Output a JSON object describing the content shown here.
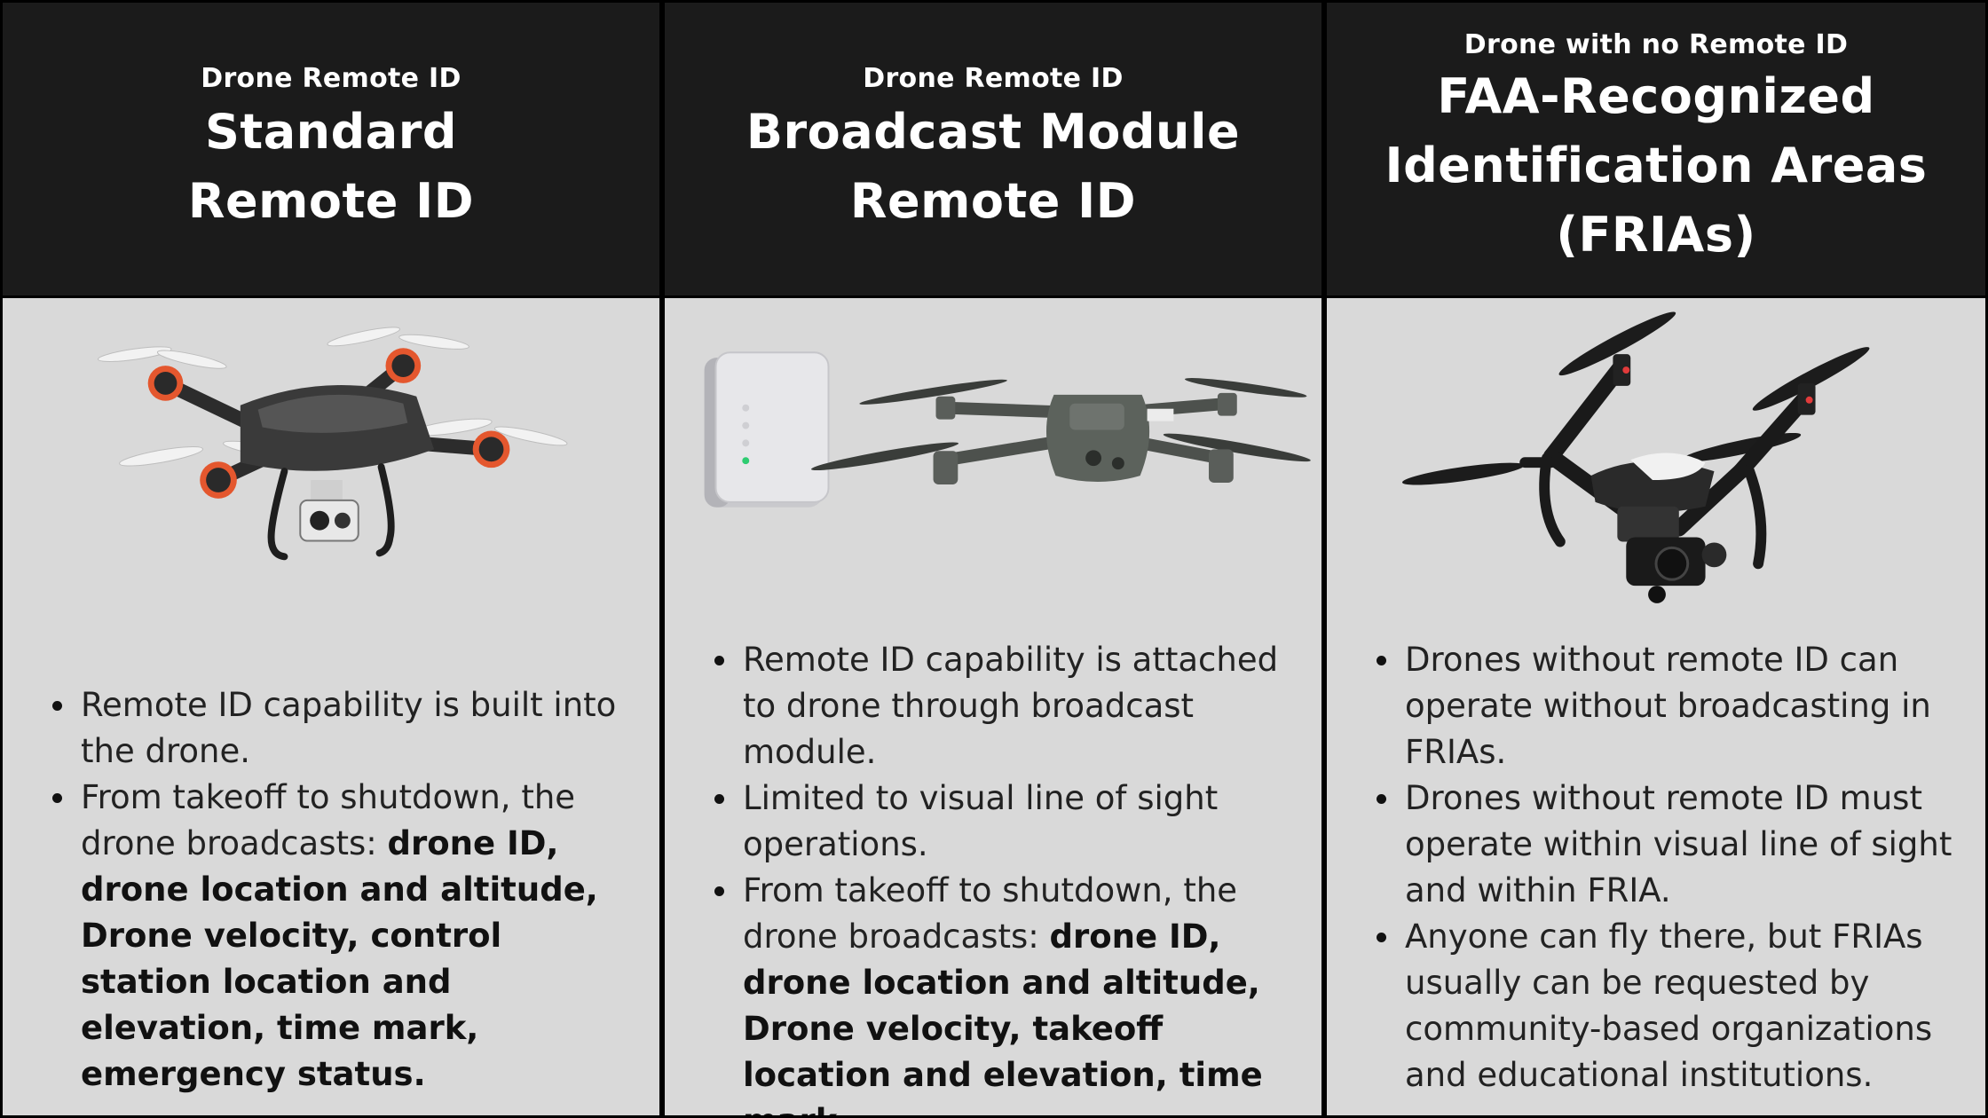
{
  "columns": [
    {
      "subtitle": "Drone Remote ID",
      "title_line1": "Standard",
      "title_line2": "Remote ID",
      "bullets": [
        {
          "text": "Remote ID capability is built into the drone."
        },
        {
          "text": "From takeoff to shutdown, the drone broadcasts: ",
          "bold": "drone ID, drone location and altitude, Drone velocity,  control station location and elevation, time mark, emergency status."
        }
      ]
    },
    {
      "subtitle": "Drone Remote ID",
      "title_line1": "Broadcast Module",
      "title_line2": "Remote ID",
      "bullets": [
        {
          "text": "Remote ID capability is attached to drone through broadcast module."
        },
        {
          "text": "Limited to visual line of sight operations."
        },
        {
          "text": "From takeoff to shutdown, the drone broadcasts: ",
          "bold": "drone ID, drone location and altitude, Drone velocity, takeoff location and elevation, time mark."
        }
      ]
    },
    {
      "subtitle": "Drone with no Remote ID",
      "title_line1": "FAA-Recognized",
      "title_line2": "Identification Areas",
      "title_line3": "(FRIAs)",
      "bullets": [
        {
          "text": "Drones without remote ID can operate without broadcasting in FRIAs."
        },
        {
          "text": "Drones without remote ID must operate within visual line of sight and within FRIA."
        },
        {
          "text": "Anyone can fly there, but FRIAs usually can be requested by community-based organizations and educational institutions."
        }
      ]
    }
  ],
  "images": [
    {
      "icon": "quadcopter-camera-drone-icon"
    },
    {
      "icon": "broadcast-module-and-foldable-drone-icon"
    },
    {
      "icon": "professional-cinema-drone-icon"
    }
  ],
  "colors": {
    "header_bg": "#1b1b1b",
    "body_bg": "#d9d9d9",
    "accent_orange": "#e4572e"
  }
}
